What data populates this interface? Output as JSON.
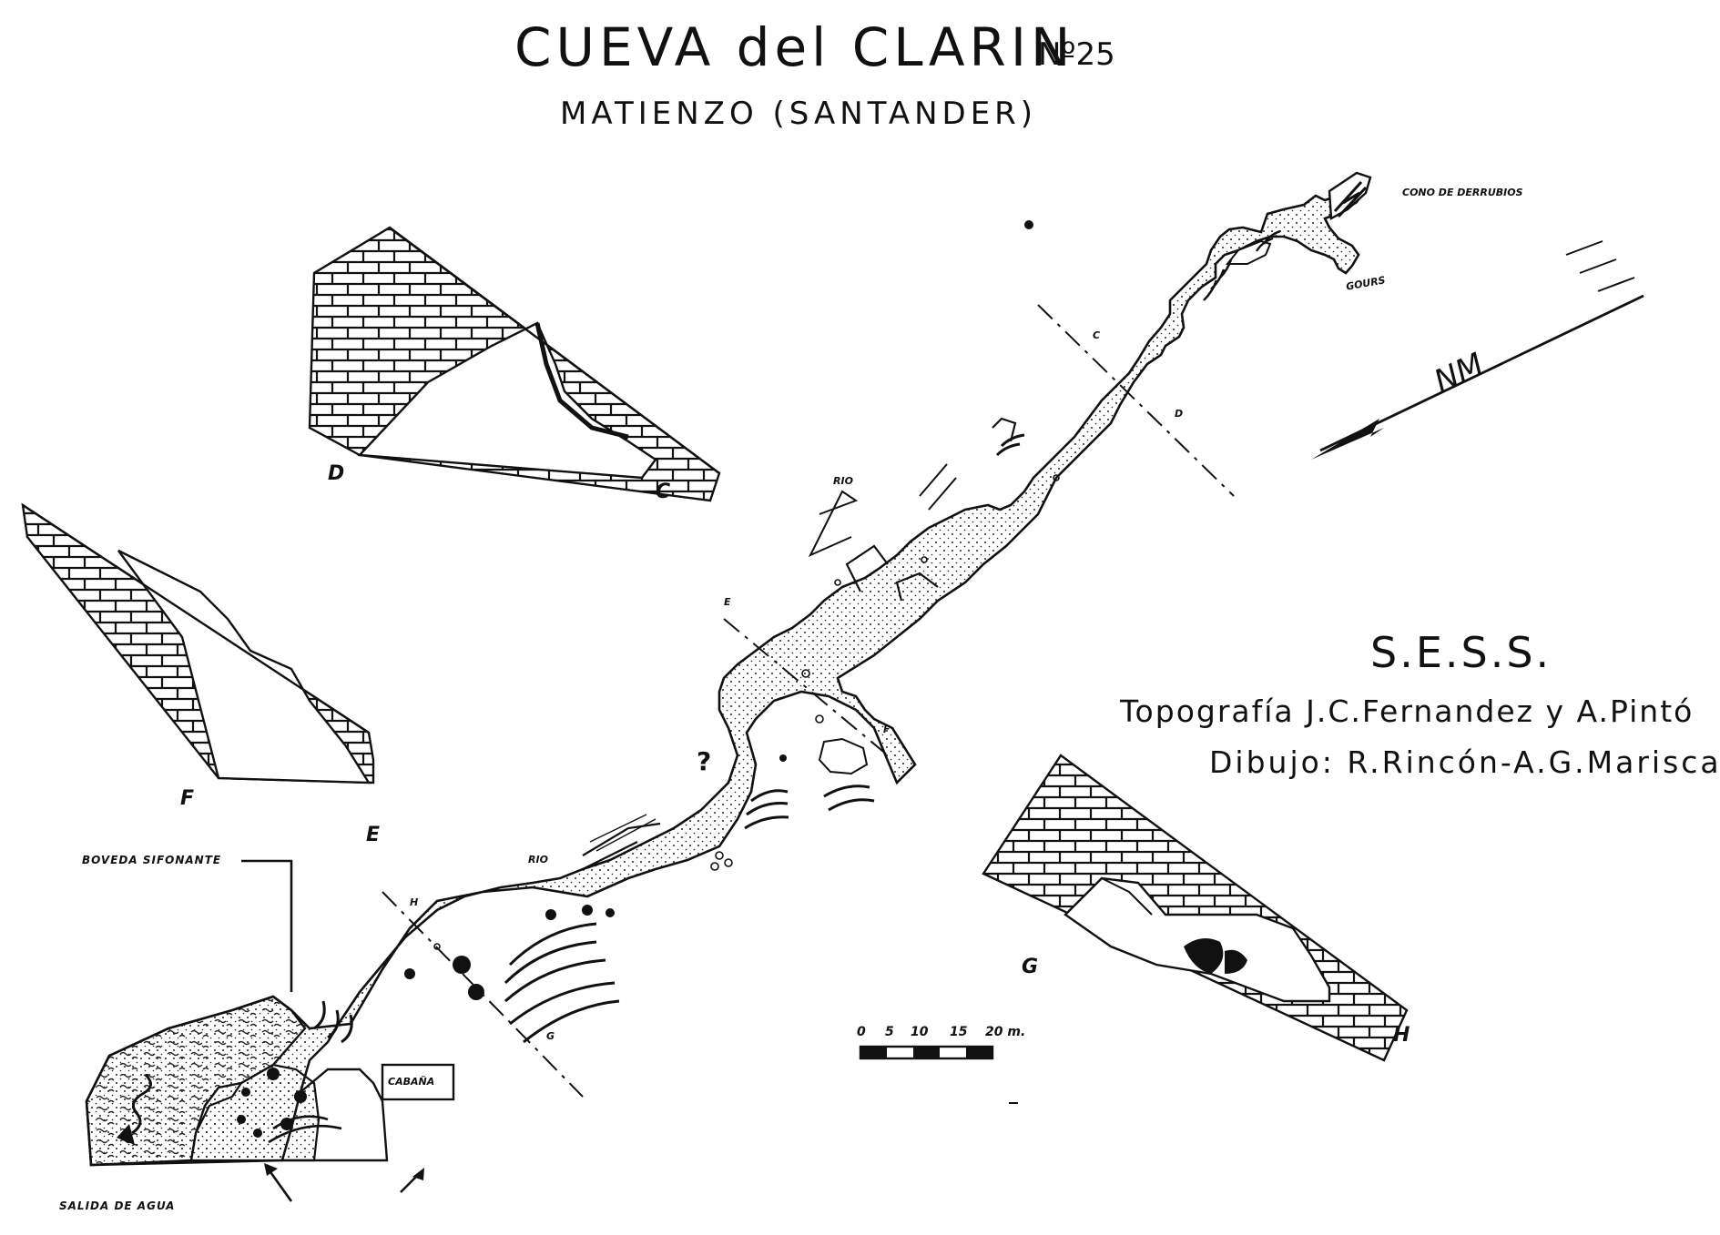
{
  "title": "CUEVA del CLARIN",
  "cave_number": "Nº25",
  "location": "MATIENZO (SANTANDER)",
  "organization": "S.E.S.S.",
  "credits": {
    "survey": "Topografía J.C.Fernandez y A.Pintó",
    "drawing": "Dibujo: R.Rincón-A.G.Mariscal"
  },
  "map_labels": {
    "debris_cone": "CONO DE DERRUBIOS",
    "gours": "GOURS",
    "river_upper": "RIO",
    "river_lower": "RIO",
    "siphon_vault": "BOVEDA SIFONANTE",
    "hut": "CABAÑA",
    "water_exit": "SALIDA DE AGUA",
    "question_mark": "?"
  },
  "north_arrow": {
    "label": "NM"
  },
  "section_markers": {
    "c_line": "C",
    "d_line": "D",
    "e_line": "E",
    "f_line": "F",
    "g_line": "G",
    "h_line": "H"
  },
  "cross_sections": [
    {
      "left_label": "D",
      "right_label": "C"
    },
    {
      "left_label": "F",
      "right_label": "E"
    },
    {
      "left_label": "G",
      "right_label": "H"
    }
  ],
  "scale_bar": {
    "labels": [
      "0",
      "5",
      "10",
      "15",
      "20 m."
    ]
  }
}
